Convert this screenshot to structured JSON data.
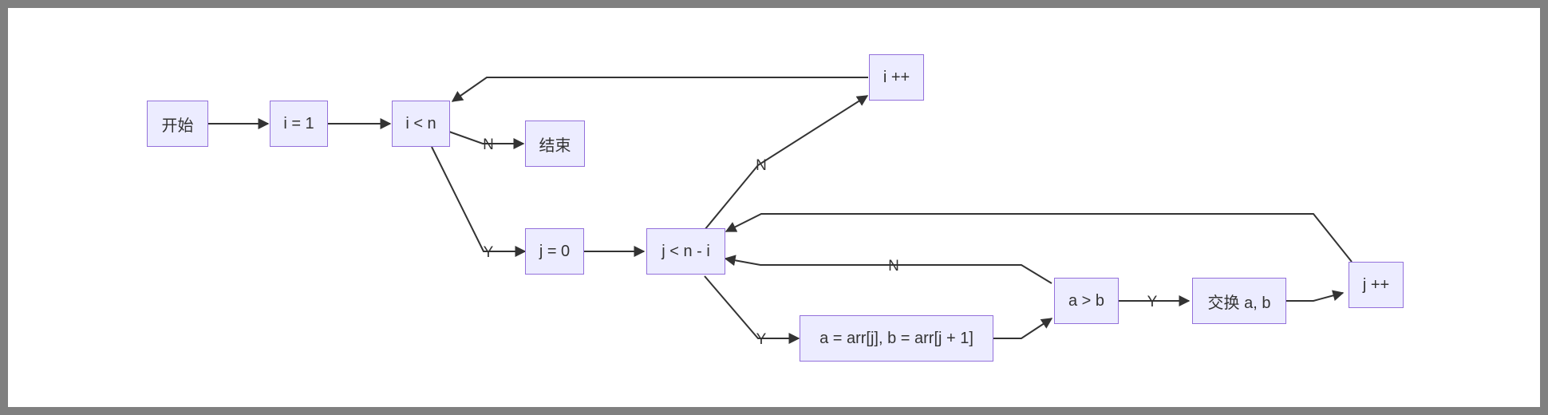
{
  "flowchart": {
    "nodes": {
      "start": "开始",
      "init_i": "i = 1",
      "cond_i": "i < n",
      "end": "结束",
      "init_j": "j = 0",
      "cond_j": "j < n - i",
      "inc_i": "i ++",
      "assign": "a = arr[j], b = arr[j + 1]",
      "cmp": "a > b",
      "swap": "交换 a, b",
      "inc_j": "j ++"
    },
    "edge_labels": {
      "cond_i_no": "N",
      "cond_i_yes": "Y",
      "cond_j_no": "N",
      "cond_j_yes": "Y",
      "cmp_no": "N",
      "cmp_yes": "Y"
    },
    "colors": {
      "node_fill": "#ececff",
      "node_border": "#9370db",
      "edge": "#333333",
      "frame": "#808080"
    }
  }
}
